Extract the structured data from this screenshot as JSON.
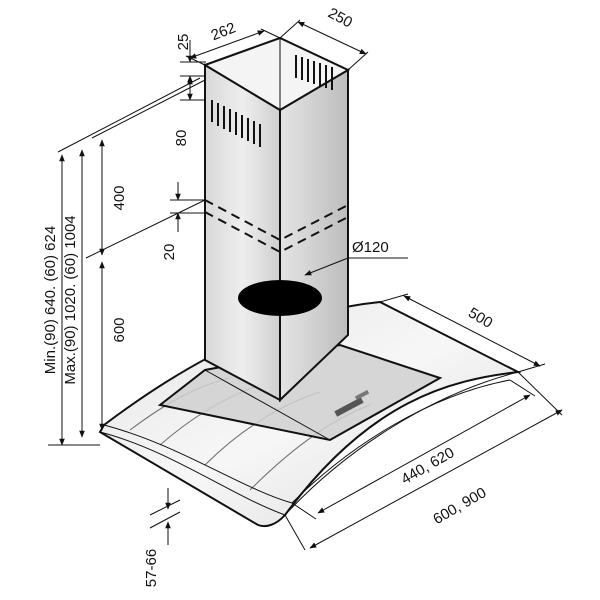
{
  "dimensions": {
    "top_offset": "25",
    "duct_depth": "262",
    "duct_width": "250",
    "vent_height": "80",
    "upper_duct_height": "400",
    "overlap": "20",
    "lower_duct_height": "600",
    "outlet_diameter": "Ø120",
    "hood_depth": "500",
    "glass_width": "440, 620",
    "hood_width": "600, 900",
    "canopy_thickness": "57-66",
    "min_height": "Min.(90) 640. (60) 624",
    "max_height": "Max.(90) 1020. (60) 1004"
  },
  "colors": {
    "steel_light": "#e6e6e6",
    "steel_mid": "#c8c8c8",
    "steel_dark": "#a9a9a9",
    "outline": "#111111",
    "outlet_fill": "#000000"
  }
}
